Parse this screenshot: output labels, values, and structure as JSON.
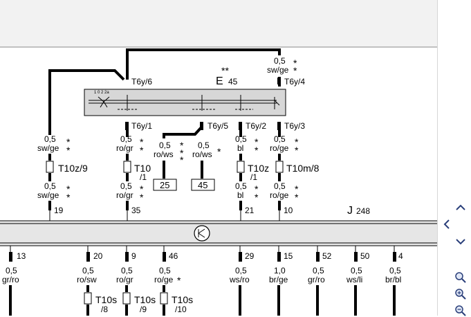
{
  "component": {
    "code": "E",
    "sub": "45",
    "stars": "**"
  },
  "relay": {
    "code": "J",
    "sub": "248"
  },
  "pins_top": {
    "t6y6": "T6y/6",
    "t6y4": "T6y/4",
    "t6y1": "T6y/1",
    "t6y5": "T6y/5",
    "t6y2": "T6y/2",
    "t6y3": "T6y/3"
  },
  "switch_marks": "1 0 2 2a",
  "wire_top_right": {
    "size": "0,5",
    "color": "sw/ge"
  },
  "wires_mid": [
    {
      "size": "0,5",
      "color": "sw/ge"
    },
    {
      "size": "0,5",
      "color": "ro/gr"
    },
    {
      "size": "0,5",
      "color": "ro/ws"
    },
    {
      "size": "0,5",
      "color": "ro/ws"
    },
    {
      "size": "0,5",
      "color": "bl"
    },
    {
      "size": "0,5",
      "color": "ro/ge"
    }
  ],
  "connectors_mid": [
    {
      "code": "T10z/9"
    },
    {
      "code": "T10",
      "sub": "/1"
    },
    {
      "code": "T10z",
      "sub": "/1"
    },
    {
      "code": "T10m/8"
    }
  ],
  "wires_low": [
    {
      "size": "0,5",
      "color": "sw/ge"
    },
    {
      "size": "0,5",
      "color": "ro/gr"
    },
    {
      "size": "0,5",
      "color": "bl"
    },
    {
      "size": "0,5",
      "color": "ro/ge"
    }
  ],
  "refs": [
    "25",
    "45"
  ],
  "pins_bus_top": [
    "19",
    "35",
    "21",
    "10"
  ],
  "pins_bus_bottom": [
    "13",
    "20",
    "9",
    "46",
    "29",
    "15",
    "52",
    "50",
    "4"
  ],
  "wires_bottom": [
    {
      "size": "0,5",
      "color": "gr/ro"
    },
    {
      "size": "0,5",
      "color": "ro/sw"
    },
    {
      "size": "0,5",
      "color": "ro/gr"
    },
    {
      "size": "0,5",
      "color": "ro/ge"
    },
    {
      "size": "0,5",
      "color": "ws/ro"
    },
    {
      "size": "1,0",
      "color": "br/ge"
    },
    {
      "size": "0,5",
      "color": "gr/ro"
    },
    {
      "size": "0,5",
      "color": "ws/li"
    },
    {
      "size": "0,5",
      "color": "br/bl"
    }
  ],
  "connectors_bottom": [
    {
      "code": "T10s",
      "sub": "/8"
    },
    {
      "code": "T10s",
      "sub": "/9"
    },
    {
      "code": "T10s",
      "sub": "/10"
    }
  ],
  "star": "*",
  "tools": [
    "nav-up-icon",
    "nav-left-icon",
    "nav-down-icon",
    "zoom-icon",
    "zoom-in-icon",
    "zoom-out-icon"
  ]
}
